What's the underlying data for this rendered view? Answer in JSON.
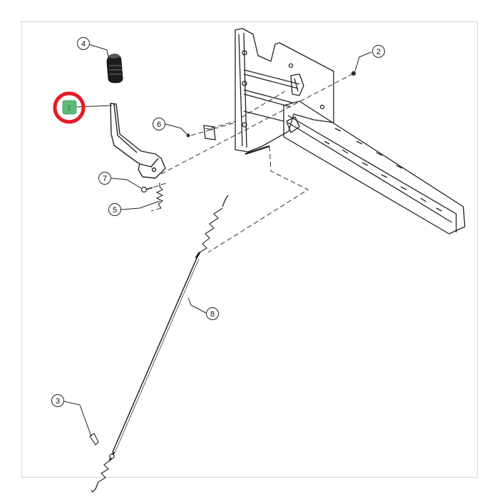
{
  "diagram": {
    "callouts": {
      "c1": "1",
      "c2": "2",
      "c3": "3",
      "c4": "4",
      "c5": "5",
      "c6": "6",
      "c7": "7",
      "c8": "8"
    },
    "highlight": {
      "target_callout": "1",
      "ring_color": "#e31b23",
      "marker_color": "#5dbb7a"
    }
  }
}
